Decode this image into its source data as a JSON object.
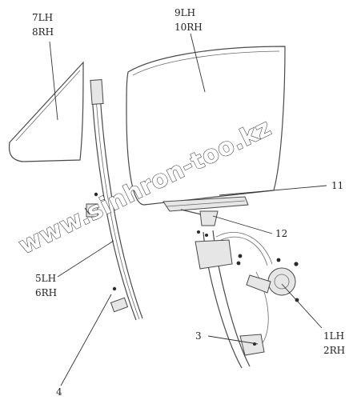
{
  "callouts": {
    "c7lh": "7LH",
    "c8rh": "8RH",
    "c9lh": "9LH",
    "c10rh": "10RH",
    "c11": "11",
    "c12": "12",
    "c5lh": "5LH",
    "c6rh": "6RH",
    "c3": "3",
    "c1lh": "1LH",
    "c2rh": "2RH",
    "c4": "4"
  },
  "watermark": "www.sinhron-too.kz",
  "colors": {
    "line": "#4a4a4a",
    "text": "#222222",
    "background": "#ffffff"
  }
}
